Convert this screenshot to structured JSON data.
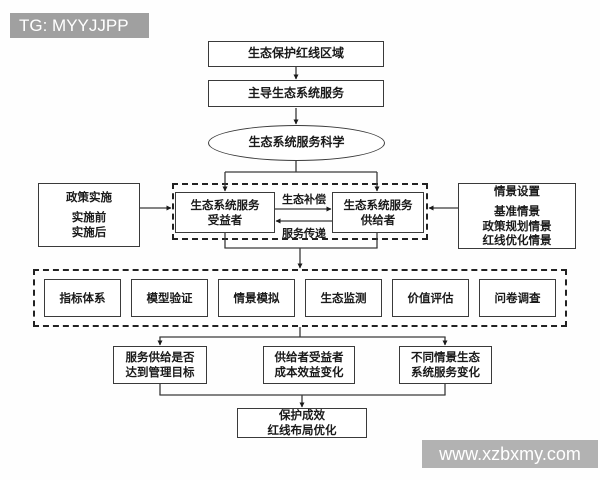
{
  "watermarks": {
    "telegram": "TG: MYYJJPP",
    "website": "www.xzbxmy.com"
  },
  "colors": {
    "line": "#3a3a3a",
    "box_border": "#3a3a3a",
    "text": "#1a1a1a",
    "watermark_bg_top": "#a0a0a0",
    "watermark_bg_bottom": "#b2b2b2"
  },
  "diagram": {
    "top_box_1": "生态保护红线区域",
    "top_box_2": "主导生态系统服务",
    "ellipse": "生态系统服务科学",
    "policy_box": {
      "title": "政策实施",
      "lines": "实施前\n实施后"
    },
    "scenario_box": {
      "title": "情景设置",
      "lines": "基准情景\n政策规划情景\n红线优化情景"
    },
    "beneficiary_box": "生态系统服务\n受益者",
    "supplier_box": "生态系统服务\n供给者",
    "compensation_label": "生态补偿",
    "transfer_label": "服务传递",
    "methods": [
      "指标体系",
      "模型验证",
      "情景模拟",
      "生态监测",
      "价值评估",
      "问卷调查"
    ],
    "outcomes": [
      "服务供给是否\n达到管理目标",
      "供给者受益者\n成本效益变化",
      "不同情景生态\n系统服务变化"
    ],
    "final_box": "保护成效\n红线布局优化"
  }
}
